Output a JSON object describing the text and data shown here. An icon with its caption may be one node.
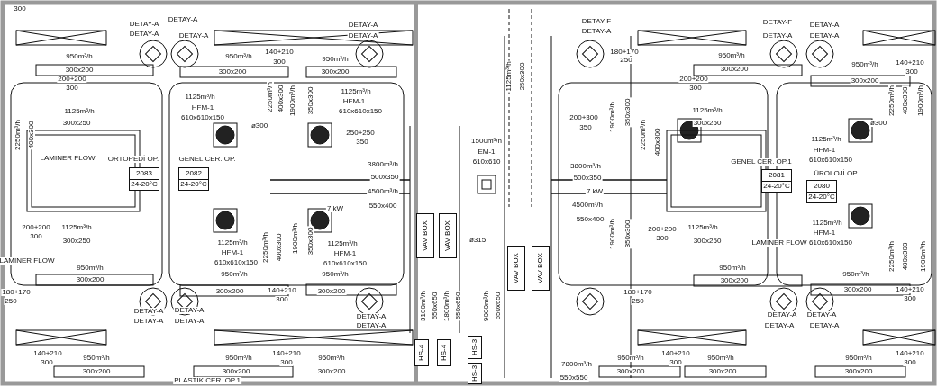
{
  "diagram": {
    "nodes": [
      {
        "text": [
          "2083",
          "24-20°C"
        ],
        "beside": [
          "ORTOPEDİ OP."
        ]
      },
      {
        "text": [
          "2082",
          "24-20°C"
        ],
        "beside": [
          "GENEL CER. OP."
        ]
      },
      {
        "text": [
          "2081",
          "24-20°C"
        ],
        "beside": [
          "GENEL CER. OP.1"
        ]
      },
      {
        "text": [
          "2080",
          "24-20°C"
        ],
        "beside": [
          "ÜROLOJİ OP."
        ]
      },
      {
        "text": [
          "VAV BOX"
        ]
      },
      {
        "text": [
          "VAV BOX"
        ]
      },
      {
        "text": [
          "VAV BOX"
        ]
      },
      {
        "text": [
          "VAV BOX"
        ]
      },
      {
        "text": [
          "HS-4"
        ]
      },
      {
        "text": [
          "HS-4"
        ]
      },
      {
        "text": [
          "HS-3"
        ]
      },
      {
        "text": [
          "HS-3"
        ]
      }
    ],
    "edges": [],
    "labels": [
      "300",
      "DETAY-A",
      "DETAY-A",
      "DETAY-A",
      "DETAY-A",
      "950m³/h",
      "300x200",
      "950m³/h",
      "300x200",
      "140+210",
      "300",
      "200+200",
      "300",
      "1125m³/h",
      "300x250",
      "2250m³/h",
      "400x300",
      "LAMINER FLOW",
      "1125m³/h",
      "HFM-1",
      "610x610x150",
      "ø300",
      "2250m³/h",
      "400x300",
      "1900m³/h",
      "350x300",
      "DETAY-A",
      "DETAY-A",
      "950m³/h",
      "300x200",
      "1125m³/h",
      "HFM-1",
      "610x610x150",
      "250+250",
      "350",
      "3800m³/h",
      "500x350",
      "4500m³/h",
      "7 kW",
      "550x400",
      "1125m³/h",
      "250x300",
      "1500m³/h",
      "EM-1",
      "610x610",
      "ø315",
      "DETAY-F",
      "DETAY-A",
      "180+170",
      "250",
      "200+300",
      "350",
      "1900m³/h",
      "350x300",
      "3800m³/h",
      "500x350",
      "7 kW",
      "4500m³/h",
      "550x400",
      "DETAY-F",
      "DETAY-A",
      "DETAY-A",
      "DETAY-A",
      "950m³/h",
      "300x200",
      "950m³/h",
      "300x200",
      "140+210",
      "300",
      "200+200",
      "300",
      "1125m³/h",
      "300x250",
      "2250m³/h",
      "400x300",
      "1125m³/h",
      "HFM-1",
      "610x610x150",
      "ø300",
      "2250m³/h",
      "400x300",
      "1900m³/h",
      "200+200",
      "300",
      "1125m³/h",
      "300x250",
      "LAMINER FLOW",
      "950m³/h",
      "300x200",
      "180+170",
      "250",
      "DETAY-A",
      "DETAY-A",
      "DETAY-A",
      "DETAY-A",
      "140+210",
      "300",
      "950m³/h",
      "300x200",
      "950m³/h",
      "300x200",
      "140+210",
      "300",
      "PLASTİK CER. OP.1",
      "1125m³/h",
      "HFM-1",
      "610x610x150",
      "950m³/h",
      "300x200",
      "140+210",
      "300",
      "2250m³/h",
      "400x300",
      "1900m³/h",
      "350x300",
      "1125m³/h",
      "HFM-1",
      "610x610x150",
      "950m³/h",
      "300x200",
      "DETAY-A",
      "DETAY-A",
      "950m³/h",
      "300x200",
      "3100m³/h",
      "650x650",
      "1800m³/h",
      "650x650",
      "9000m³/h",
      "650x650",
      "7800m³/h",
      "550x550",
      "1900m³/h",
      "350x300",
      "200+200",
      "300",
      "1125m³/h",
      "300x250",
      "LAMINER FLOW",
      "950m³/h",
      "300x200",
      "180+170",
      "250",
      "DETAY-A",
      "DETAY-A",
      "DETAY-A",
      "DETAY-A",
      "1125m³/h",
      "HFM-1",
      "610x610x150",
      "2250m³/h",
      "400x300",
      "1900m³/h",
      "950m³/h",
      "300x200",
      "140+210",
      "300",
      "950m³/h",
      "300x200",
      "140+210",
      "300",
      "950m³/h",
      "300x200",
      "950m³/h",
      "300x200",
      "140+210",
      "300"
    ]
  }
}
